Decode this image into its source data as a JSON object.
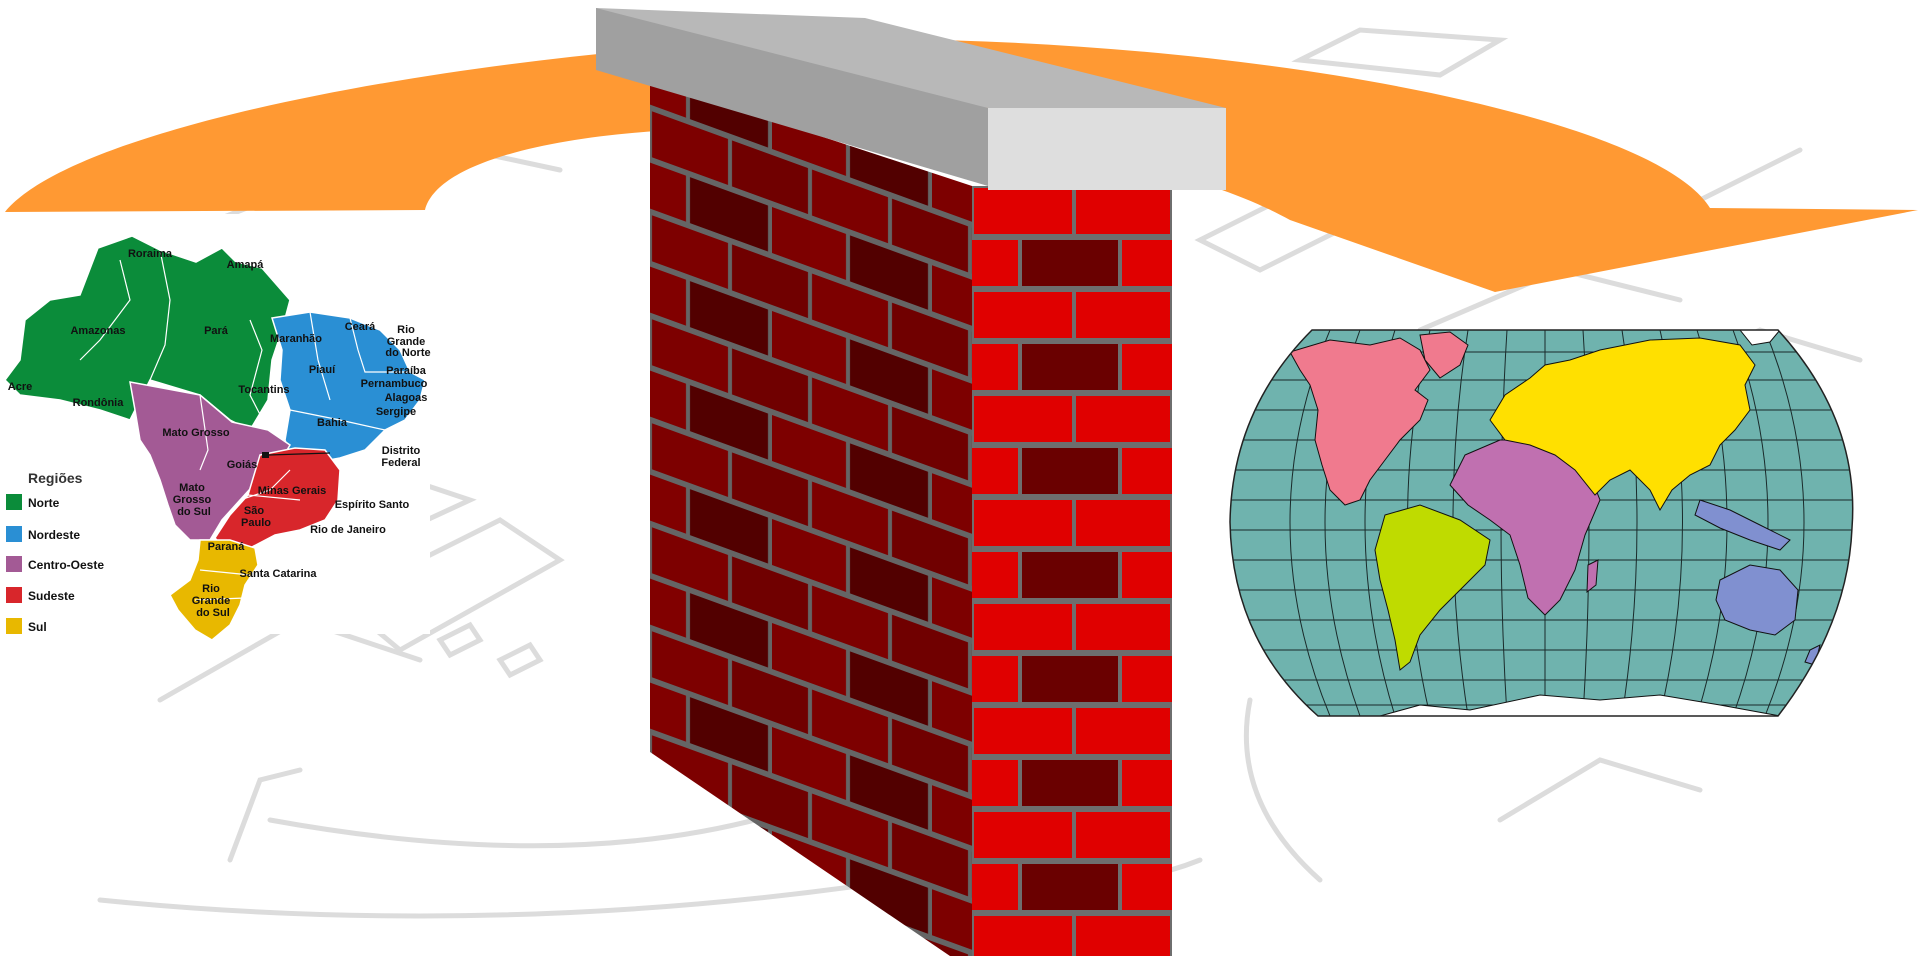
{
  "colors": {
    "arrow": "#FF9933",
    "norte": "#0B8C3A",
    "nordeste": "#2A8FD4",
    "centro_oeste": "#A35A95",
    "sudeste": "#D8262B",
    "sul": "#E8B800",
    "brick_front": "#E00000",
    "brick_side": "#880000",
    "mortar": "#6E6E6E",
    "ocean": "#6FB3AE",
    "north_america": "#F07A8E",
    "south_america": "#BFDB00",
    "africa": "#C070B0",
    "eurasia": "#FFE000",
    "australia": "#8090D0"
  },
  "brazil_map": {
    "legend": {
      "title": "Regiões",
      "items": [
        {
          "label": "Norte",
          "color": "#0B8C3A"
        },
        {
          "label": "Nordeste",
          "color": "#2A8FD4"
        },
        {
          "label": "Centro-Oeste",
          "color": "#A35A95"
        },
        {
          "label": "Sudeste",
          "color": "#D8262B"
        },
        {
          "label": "Sul",
          "color": "#E8B800"
        }
      ]
    },
    "states": {
      "roraima": "Roraima",
      "amapa": "Amapá",
      "amazonas": "Amazonas",
      "para": "Pará",
      "acre": "Acre",
      "rondonia": "Rondônia",
      "maranhao": "Maranhão",
      "ceara": "Ceará",
      "rn_1": "Rio",
      "rn_2": "Grande",
      "rn_3": "do Norte",
      "paraiba": "Paraíba",
      "pernambuco": "Pernambuco",
      "piaui": "Piauí",
      "alagoas": "Alagoas",
      "sergipe": "Sergipe",
      "tocantins": "Tocantins",
      "bahia": "Bahia",
      "mato_grosso": "Mato Grosso",
      "goias": "Goiás",
      "df_1": "Distrito",
      "df_2": "Federal",
      "minas_gerais": "Minas Gerais",
      "espirito_santo": "Espírito Santo",
      "ms_1": "Mato",
      "ms_2": "Grosso",
      "ms_3": "do Sul",
      "sp_1": "São",
      "sp_2": "Paulo",
      "rio_de_janeiro": "Rio de Janeiro",
      "parana": "Paraná",
      "santa_catarina": "Santa Catarina",
      "rs_1": "Rio",
      "rs_2": "Grande",
      "rs_3": "do Sul"
    }
  }
}
